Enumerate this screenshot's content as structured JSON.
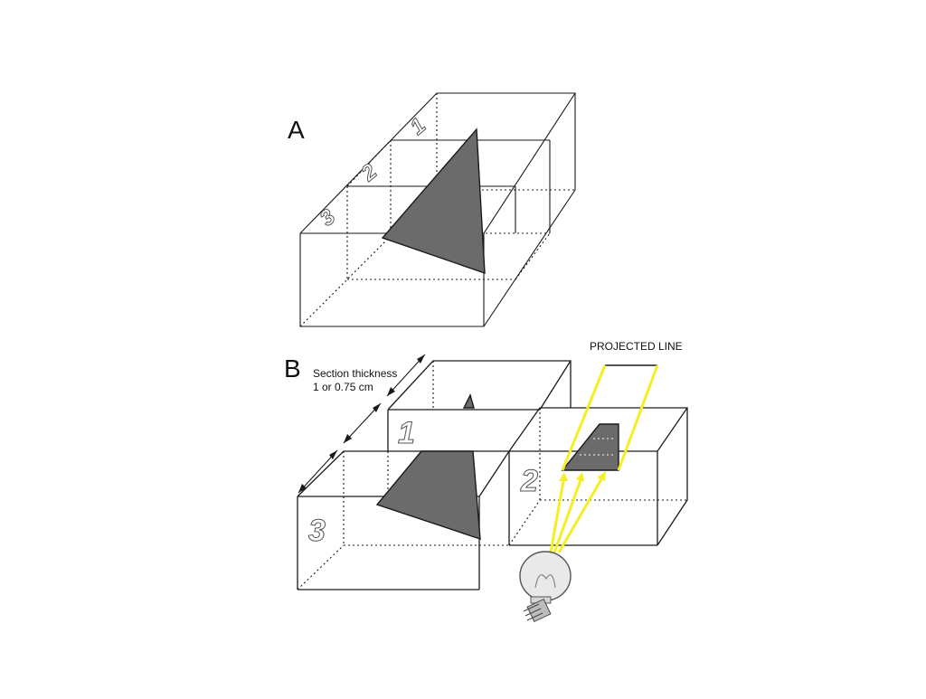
{
  "panel_a": {
    "label": "A",
    "section_numbers": [
      "1",
      "2",
      "3"
    ]
  },
  "panel_b": {
    "label": "B",
    "section_thickness": [
      "Section thickness",
      "1 or 0.75 cm"
    ],
    "projected_line": "PROJECTED LINE",
    "section_numbers": [
      "1",
      "2",
      "3"
    ]
  },
  "colors": {
    "triangle": "#6b6b6b",
    "light_rays": "#f4ef22",
    "lines": "#1a1a1a"
  },
  "icons": {
    "light_source": "light-bulb-icon"
  }
}
